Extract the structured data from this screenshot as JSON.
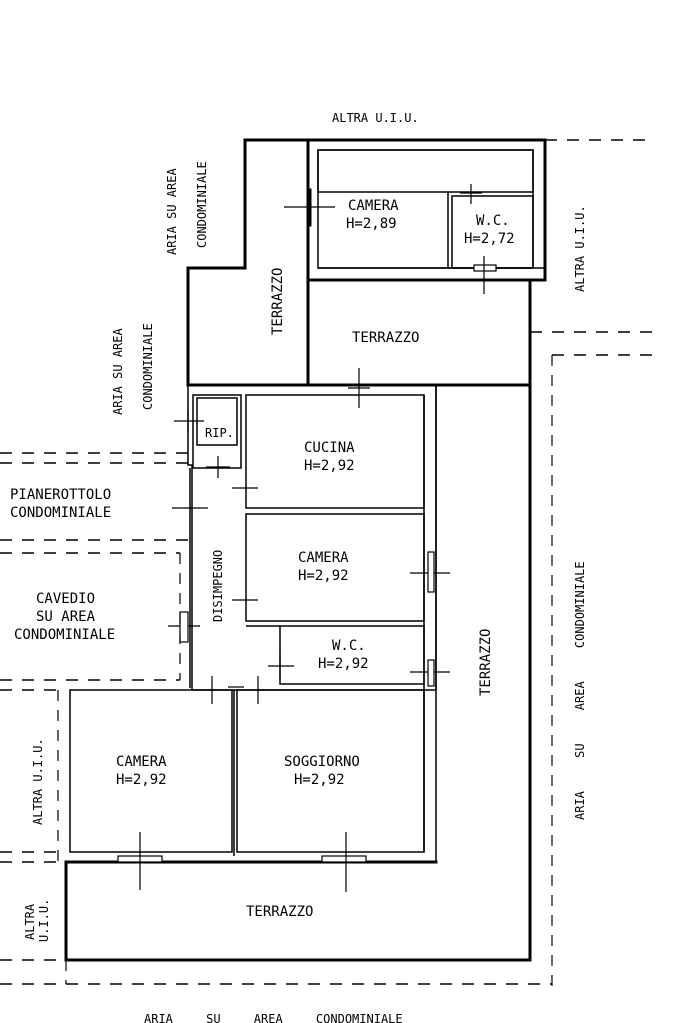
{
  "labels": {
    "altra_uiu_top": "ALTRA U.I.U.",
    "aria_area_cond_tl1": "ARIA SU AREA",
    "aria_area_cond_tl2": "CONDOMINIALE",
    "aria_area_cond_l1": "ARIA SU AREA",
    "aria_area_cond_l2": "CONDOMINIALE",
    "camera_top": "CAMERA",
    "camera_top_h": "H=2,89",
    "wc_top": "W.C.",
    "wc_top_h": "H=2,72",
    "altra_uiu_right": "ALTRA U.I.U.",
    "terrazzo_vertical_left": "TERRAZZO",
    "terrazzo_upper": "TERRAZZO",
    "rip": "RIP.",
    "cucina": "CUCINA",
    "cucina_h": "H=2,92",
    "pianerottolo_1": "PIANEROTTOLO",
    "pianerottolo_2": "CONDOMINIALE",
    "camera_mid": "CAMERA",
    "camera_mid_h": "H=2,92",
    "disimpegno": "DISIMPEGNO",
    "cavedio_1": "CAVEDIO",
    "cavedio_2": "SU AREA",
    "cavedio_3": "CONDOMINIALE",
    "wc_mid": "W.C.",
    "wc_mid_h": "H=2,92",
    "terrazzo_vertical_right": "TERRAZZO",
    "aria_area_cond_right": "ARIA SU AREA CONDOMINIALE",
    "altra_uiu_left": "ALTRA U.I.U.",
    "camera_bottom": "CAMERA",
    "camera_bottom_h": "H=2,92",
    "soggiorno": "SOGGIORNO",
    "soggiorno_h": "H=2,92",
    "altra_uiu_bl1": "ALTRA",
    "altra_uiu_bl2": "U.I.U.",
    "terrazzo_bottom": "TERRAZZO",
    "aria_area_cond_bottom": "ARIA SU AREA CONDOMINIALE"
  }
}
